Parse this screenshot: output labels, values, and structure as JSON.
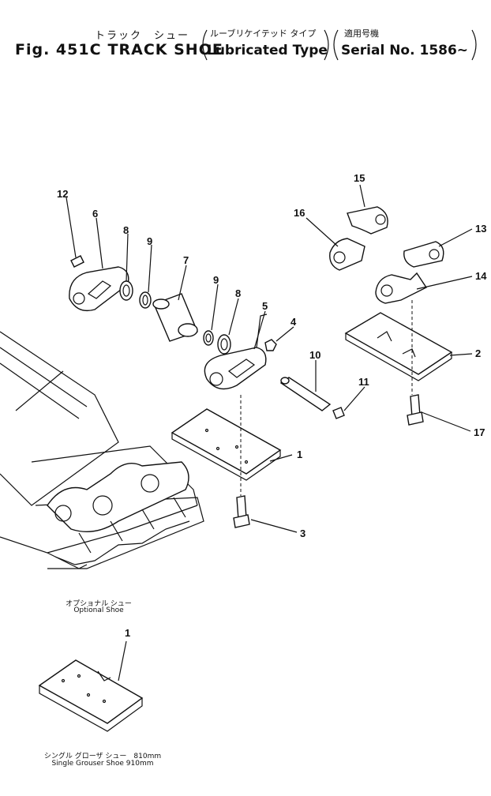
{
  "header": {
    "title_jp": "トラック　シュー",
    "fig_label": "Fig. 451C",
    "title_en": "TRACK SHOE",
    "type_jp": "ルーブリケイテッド タイプ",
    "type_en": "Lubricated Type",
    "serial_jp": "適用号機",
    "serial_en": "Serial No. 1586~"
  },
  "callouts": [
    "12",
    "6",
    "8",
    "9",
    "7",
    "9",
    "8",
    "5",
    "4",
    "10",
    "11",
    "1",
    "3",
    "15",
    "16",
    "13",
    "14",
    "2",
    "17",
    "1"
  ],
  "captions": {
    "optional_jp": "オプショナル シュー",
    "optional_en": "Optional Shoe",
    "single_jp": "シングル グローザ シュー　810mm",
    "single_en": "Single Grouser Shoe 910mm"
  }
}
